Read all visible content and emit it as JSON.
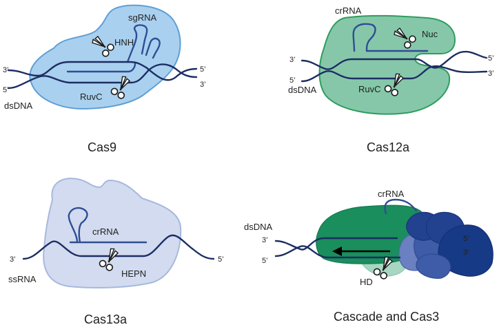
{
  "panels": {
    "cas9": {
      "title": "Cas9",
      "labels": {
        "guide": "sgRNA",
        "domain1": "HNH",
        "domain2": "RuvC",
        "substrate": "dsDNA"
      },
      "ends": {
        "top_left": "3’",
        "bottom_left": "5’",
        "top_right": "5’",
        "bottom_right": "3’"
      },
      "colors": {
        "fill": "#a9d0ee",
        "stroke": "#5e9fd6"
      }
    },
    "cas12a": {
      "title": "Cas12a",
      "labels": {
        "guide": "crRNA",
        "domain1": "Nuc",
        "domain2": "RuvC",
        "substrate": "dsDNA"
      },
      "ends": {
        "top_left": "3’",
        "bottom_left": "5’",
        "top_right": "5’",
        "bottom_right": "3’"
      },
      "colors": {
        "fill": "#86c7aa",
        "stroke": "#2f9c5e"
      }
    },
    "cas13a": {
      "title": "Cas13a",
      "labels": {
        "guide": "crRNA",
        "domain1": "HEPN",
        "substrate": "ssRNA"
      },
      "ends": {
        "left": "3’",
        "right": "5’"
      },
      "colors": {
        "fill": "#d2dbef",
        "stroke": "#a7b8de"
      }
    },
    "cascade": {
      "title": "Cascade and Cas3",
      "labels": {
        "guide": "crRNA",
        "domain1": "HD",
        "substrate": "dsDNA"
      },
      "ends": {
        "top_left": "3’",
        "bottom_left": "5’",
        "top_right": "5’",
        "bottom_right": "3’"
      },
      "colors": {
        "green": "#1a8e5c",
        "light_green": "#a7d6c2",
        "blue_dark": "#22418f",
        "blue_mid": "#3e5ca8",
        "blue_light": "#6a80c0"
      }
    }
  }
}
